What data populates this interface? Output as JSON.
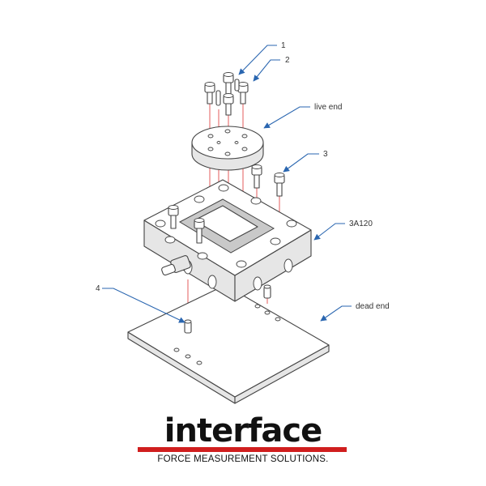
{
  "diagram": {
    "callouts": {
      "c1": "1",
      "c2": "2",
      "c3": "3",
      "c4": "4",
      "live_end": "live end",
      "model": "3A120",
      "dead_end": "dead end"
    }
  },
  "logo": {
    "brand": "interface",
    "tagline": "FORCE MEASUREMENT SOLUTIONS.",
    "accent_color": "#d01e1e"
  }
}
